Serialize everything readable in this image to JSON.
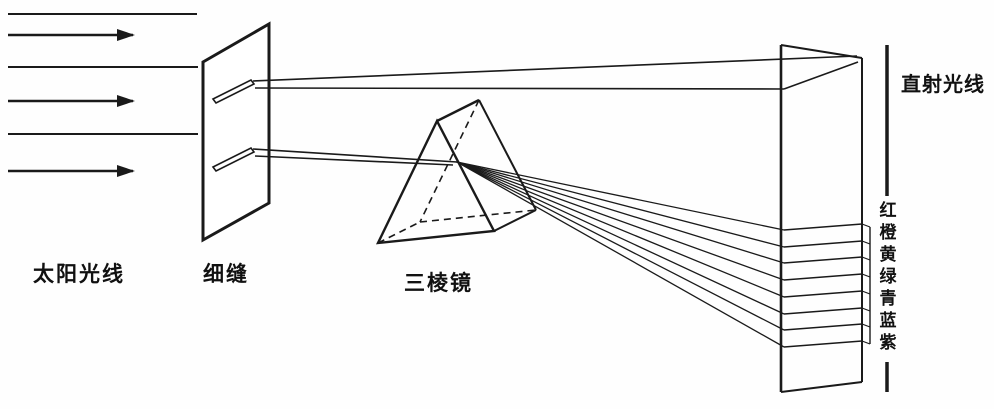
{
  "diagram": {
    "labels": {
      "sunlight": "太阳光线",
      "slit": "细缝",
      "prism": "三棱镜",
      "direct_ray": "直射光线"
    },
    "spectrum_colors": [
      "红",
      "橙",
      "黄",
      "绿",
      "青",
      "蓝",
      "紫"
    ],
    "style": {
      "ink_color": "#1a1a1a",
      "background_color": "#ffffff"
    }
  }
}
